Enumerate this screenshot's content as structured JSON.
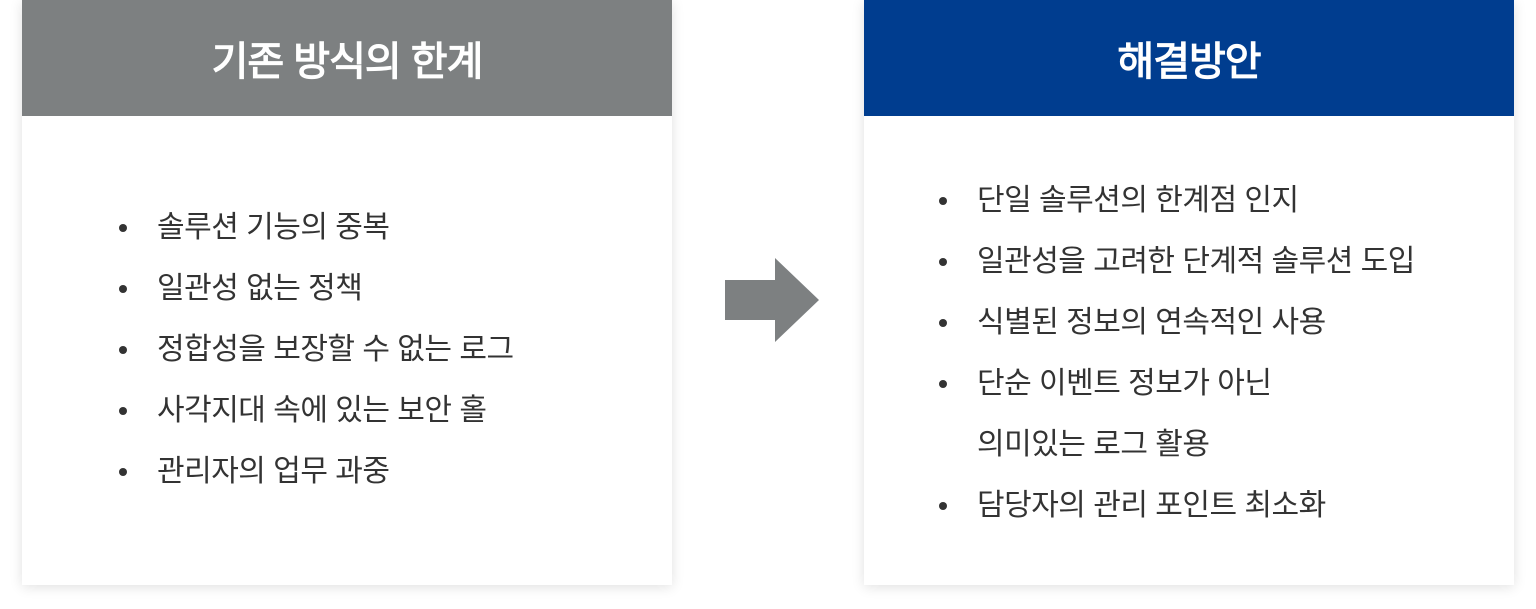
{
  "left_panel": {
    "title": "기존 방식의 한계",
    "color": "#7d8081",
    "items": [
      "솔루션 기능의 중복",
      "일관성 없는 정책",
      "정합성을 보장할 수 없는 로그",
      "사각지대 속에 있는 보안 홀",
      "관리자의 업무 과중"
    ]
  },
  "arrow_icon": "arrow-right-icon",
  "right_panel": {
    "title": "해결방안",
    "color": "#003d8f",
    "items": [
      "단일 솔루션의 한계점 인지",
      "일관성을 고려한 단계적 솔루션 도입",
      "식별된 정보의 연속적인 사용",
      [
        "단순 이벤트 정보가 아닌",
        "의미있는 로그 활용"
      ],
      "담당자의 관리 포인트 최소화"
    ]
  }
}
